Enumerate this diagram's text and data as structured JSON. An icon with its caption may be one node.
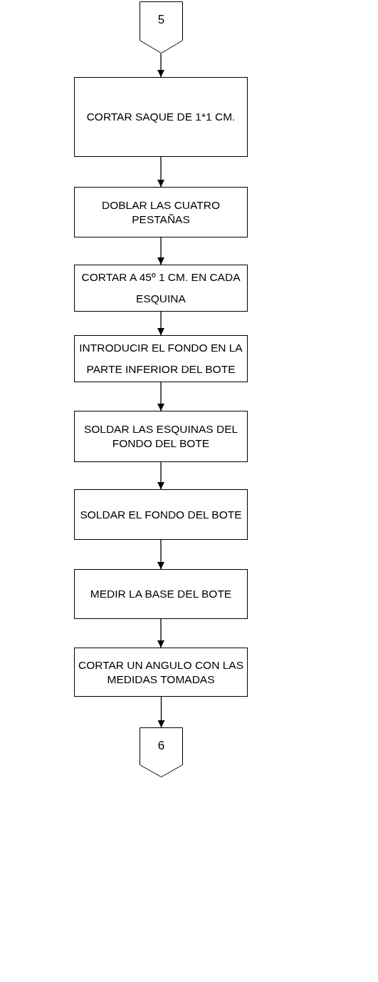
{
  "diagram": {
    "nodes": [
      {
        "text": [
          "5"
        ]
      },
      {
        "text": [
          "CORTAR SAQUE DE 1*1 CM."
        ]
      },
      {
        "text": [
          "DOBLAR LAS CUATRO PESTAÑAS"
        ]
      },
      {
        "text": [
          "CORTAR A 45º 1 CM. EN CADA ESQUINA"
        ]
      },
      {
        "text": [
          "INTRODUCIR EL FONDO EN LA PARTE INFERIOR DEL BOTE"
        ]
      },
      {
        "text": [
          "SOLDAR LAS ESQUINAS DEL FONDO DEL BOTE"
        ]
      },
      {
        "text": [
          "SOLDAR EL FONDO DEL BOTE"
        ]
      },
      {
        "text": [
          "MEDIR LA BASE DEL BOTE"
        ]
      },
      {
        "text": [
          "CORTAR UN ANGULO CON LAS MEDIDAS TOMADAS"
        ]
      },
      {
        "text": [
          "6"
        ]
      }
    ],
    "edges": [
      {
        "from": 0,
        "to": 1,
        "arrow": "to"
      },
      {
        "from": 1,
        "to": 2,
        "arrow": "to"
      },
      {
        "from": 2,
        "to": 3,
        "arrow": "to"
      },
      {
        "from": 3,
        "to": 4,
        "arrow": "to"
      },
      {
        "from": 4,
        "to": 5,
        "arrow": "to"
      },
      {
        "from": 5,
        "to": 6,
        "arrow": "to"
      },
      {
        "from": 6,
        "to": 7,
        "arrow": "to"
      },
      {
        "from": 7,
        "to": 8,
        "arrow": "to"
      },
      {
        "from": 8,
        "to": 9,
        "arrow": "to"
      }
    ]
  }
}
